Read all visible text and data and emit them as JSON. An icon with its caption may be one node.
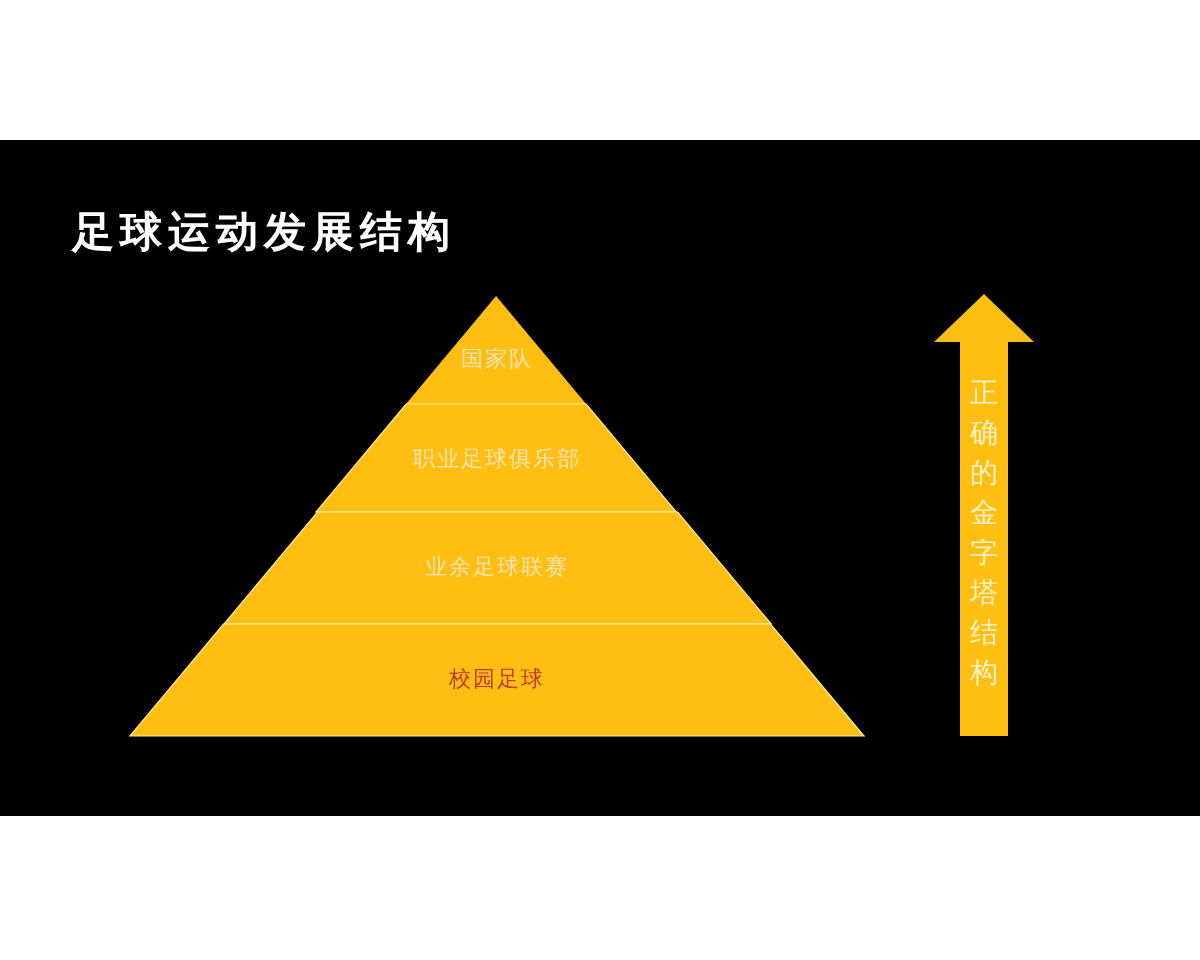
{
  "diagram": {
    "title": "足球运动发展结构",
    "nodes": [
      {
        "text": [
          "国家队"
        ]
      },
      {
        "text": [
          "职业足球俱乐部"
        ]
      },
      {
        "text": [
          "业余足球联赛"
        ]
      },
      {
        "text": [
          "校园足球"
        ]
      },
      {
        "text": [
          "正确的金字塔结构"
        ]
      }
    ],
    "edges": []
  }
}
